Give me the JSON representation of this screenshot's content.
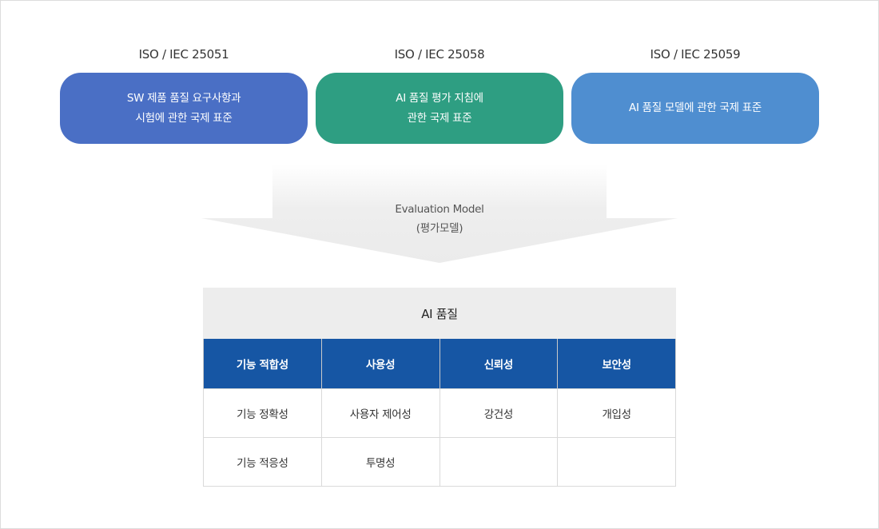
{
  "standards": [
    {
      "title": "ISO / IEC 25051",
      "lines": [
        "SW 제품 품질 요구사항과",
        "시험에 관한 국제 표준"
      ],
      "color": "#4a6fc5"
    },
    {
      "title": "ISO / IEC 25058",
      "lines": [
        "AI 품질 평가 지침에",
        "관한 국제 표준"
      ],
      "color": "#2e9e82"
    },
    {
      "title": "ISO / IEC 25059",
      "lines": [
        "AI 품질 모델에 관한 국제 표준"
      ],
      "color": "#4f8ed0"
    }
  ],
  "arrow": {
    "line1": "Evaluation Model",
    "line2": "(평가모델)"
  },
  "table": {
    "title": "AI 품질",
    "columns": [
      "기능 적합성",
      "사용성",
      "신뢰성",
      "보안성"
    ],
    "rows": [
      [
        "기능 정확성",
        "사용자 제어성",
        "강건성",
        "개입성"
      ],
      [
        "기능 적응성",
        "투명성",
        "",
        ""
      ]
    ]
  }
}
